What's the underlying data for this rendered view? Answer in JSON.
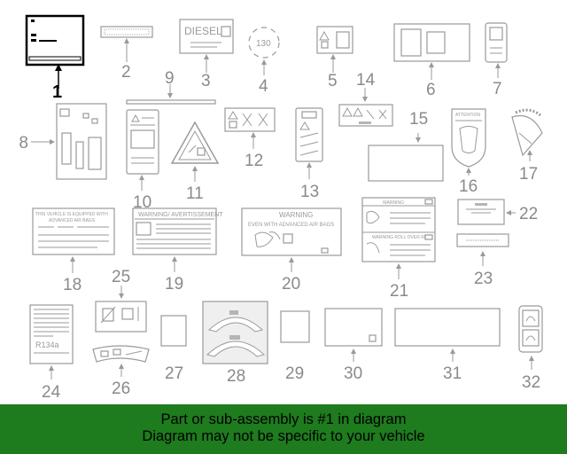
{
  "callouts": [
    "1",
    "2",
    "3",
    "4",
    "5",
    "6",
    "7",
    "8",
    "9",
    "10",
    "11",
    "12",
    "13",
    "14",
    "15",
    "16",
    "17",
    "18",
    "19",
    "20",
    "21",
    "22",
    "23",
    "24",
    "25",
    "26",
    "27",
    "28",
    "29",
    "30",
    "31",
    "32"
  ],
  "label_text": {
    "diesel": "DIESEL",
    "speed": "130",
    "equipped_line1": "THIS VEHICLE IS EQUIPPED WITH",
    "equipped_line2": "ADVANCED AIR BAGS",
    "warning_avert": "WARNING/ AVERTISSEMENT",
    "warning": "WARNING",
    "even_with": "EVEN WITH ADVANCED AIR BAGS",
    "warning_small": "WARNING",
    "rollover": "WARNING ROLL OVER RISK",
    "refrigerant": "R134a",
    "attention": "ATTENTION"
  },
  "colors": {
    "banner_bg": "#1e7b1e",
    "line_gray": "#9a9a9a",
    "callout_1": "#000000"
  },
  "banner": {
    "line1": "Part or sub-assembly is #1 in diagram",
    "line2": "Diagram may not be specific to your vehicle"
  }
}
